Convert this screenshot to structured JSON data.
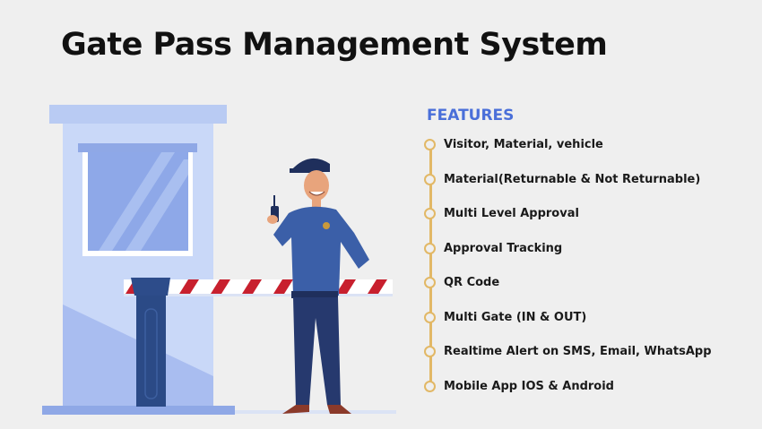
{
  "title": "Gate Pass Management System",
  "features": {
    "heading": "FEATURES",
    "items": [
      "Visitor, Material, vehicle",
      "Material(Returnable & Not Returnable)",
      "Multi Level Approval",
      "Approval Tracking",
      "QR Code",
      "Multi Gate (IN & OUT)",
      "Realtime Alert on SMS, Email, WhatsApp",
      "Mobile App IOS & Android"
    ]
  },
  "colors": {
    "accent": "#4a6fd9",
    "timeline": "#e2b866",
    "barrier_red": "#c8202e",
    "uniform": "#3b5fa8"
  }
}
